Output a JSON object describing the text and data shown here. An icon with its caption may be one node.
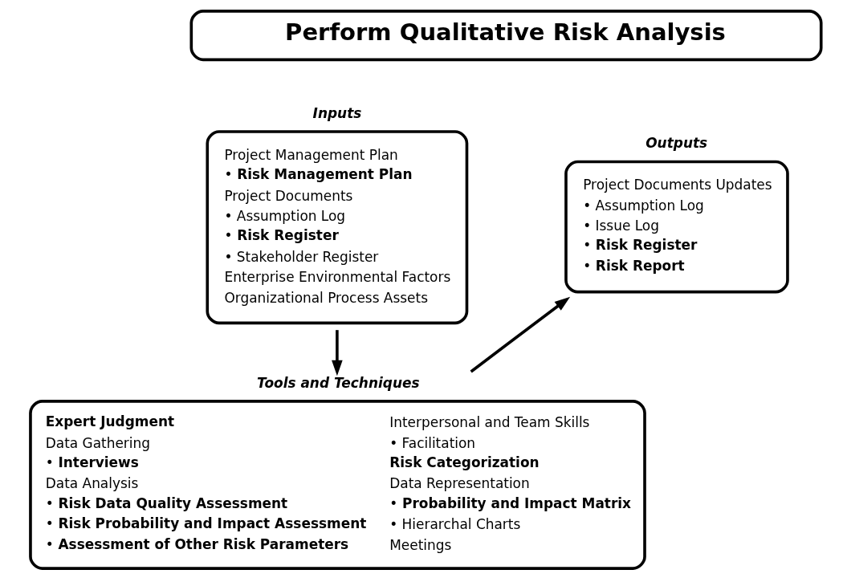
{
  "diagram": {
    "nodes": [
      {
        "text": [
          "Perform Qualitative Risk Analysis"
        ]
      },
      {
        "text": [
          "Inputs",
          "Project Management Plan",
          "• **Risk Management Plan**",
          "Project Documents",
          "• Assumption Log",
          "• **Risk Register**",
          "• Stakeholder Register",
          "Enterprise Environmental Factors",
          "Organizational Process Assets"
        ]
      },
      {
        "text": [
          "Outputs",
          "Project Documents Updates",
          "• Assumption Log",
          "• Issue Log",
          "• **Risk Register**",
          "• **Risk Report**"
        ]
      },
      {
        "text": [
          "Tools and Techniques",
          "**Expert Judgment**",
          "Data Gathering",
          "• **Interviews**",
          "Data Analysis",
          "• **Risk Data Quality Assessment**",
          "• **Risk Probability and Impact Assessment**",
          "• **Assessment of Other Risk Parameters**",
          "Interpersonal and Team Skills",
          "• Facilitation",
          "**Risk Categorization**",
          "Data Representation",
          "• **Probability and Impact Matrix**",
          "• Hierarchal Charts",
          "Meetings"
        ]
      }
    ],
    "edges": [
      {
        "from": 1,
        "to": 3,
        "arrow": "to"
      },
      {
        "from": 3,
        "to": 2,
        "arrow": "to"
      }
    ]
  }
}
